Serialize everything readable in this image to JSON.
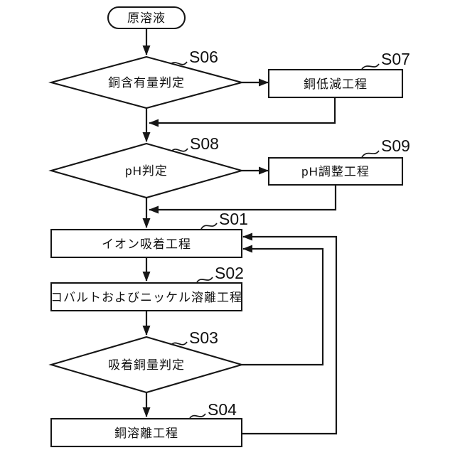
{
  "figure": {
    "background": "#ffffff",
    "line_color": "#161616",
    "nodes": {
      "start": {
        "type": "terminator",
        "label": "原溶液"
      },
      "s06": {
        "type": "decision",
        "step": "S06",
        "label": "銅含有量判定"
      },
      "s07": {
        "type": "process",
        "step": "S07",
        "label": "銅低減工程"
      },
      "s08": {
        "type": "decision",
        "step": "S08",
        "label": "pH判定"
      },
      "s09": {
        "type": "process",
        "step": "S09",
        "label": "pH調整工程"
      },
      "s01": {
        "type": "process",
        "step": "S01",
        "label": "イオン吸着工程"
      },
      "s02": {
        "type": "process",
        "step": "S02",
        "label": "コバルトおよびニッケル溶離工程"
      },
      "s03": {
        "type": "decision",
        "step": "S03",
        "label": "吸着銅量判定"
      },
      "s04": {
        "type": "process",
        "step": "S04",
        "label": "銅溶離工程"
      }
    },
    "edges": [
      {
        "from": "start",
        "to": "s06"
      },
      {
        "from": "s06",
        "to": "s07"
      },
      {
        "from": "s06",
        "to": "s08"
      },
      {
        "from": "s07",
        "to": "s08"
      },
      {
        "from": "s08",
        "to": "s09"
      },
      {
        "from": "s08",
        "to": "s01"
      },
      {
        "from": "s09",
        "to": "s01"
      },
      {
        "from": "s01",
        "to": "s02"
      },
      {
        "from": "s02",
        "to": "s03"
      },
      {
        "from": "s03",
        "to": "s04"
      },
      {
        "from": "s03",
        "to": "s01"
      },
      {
        "from": "s04",
        "to": "s01"
      }
    ]
  }
}
